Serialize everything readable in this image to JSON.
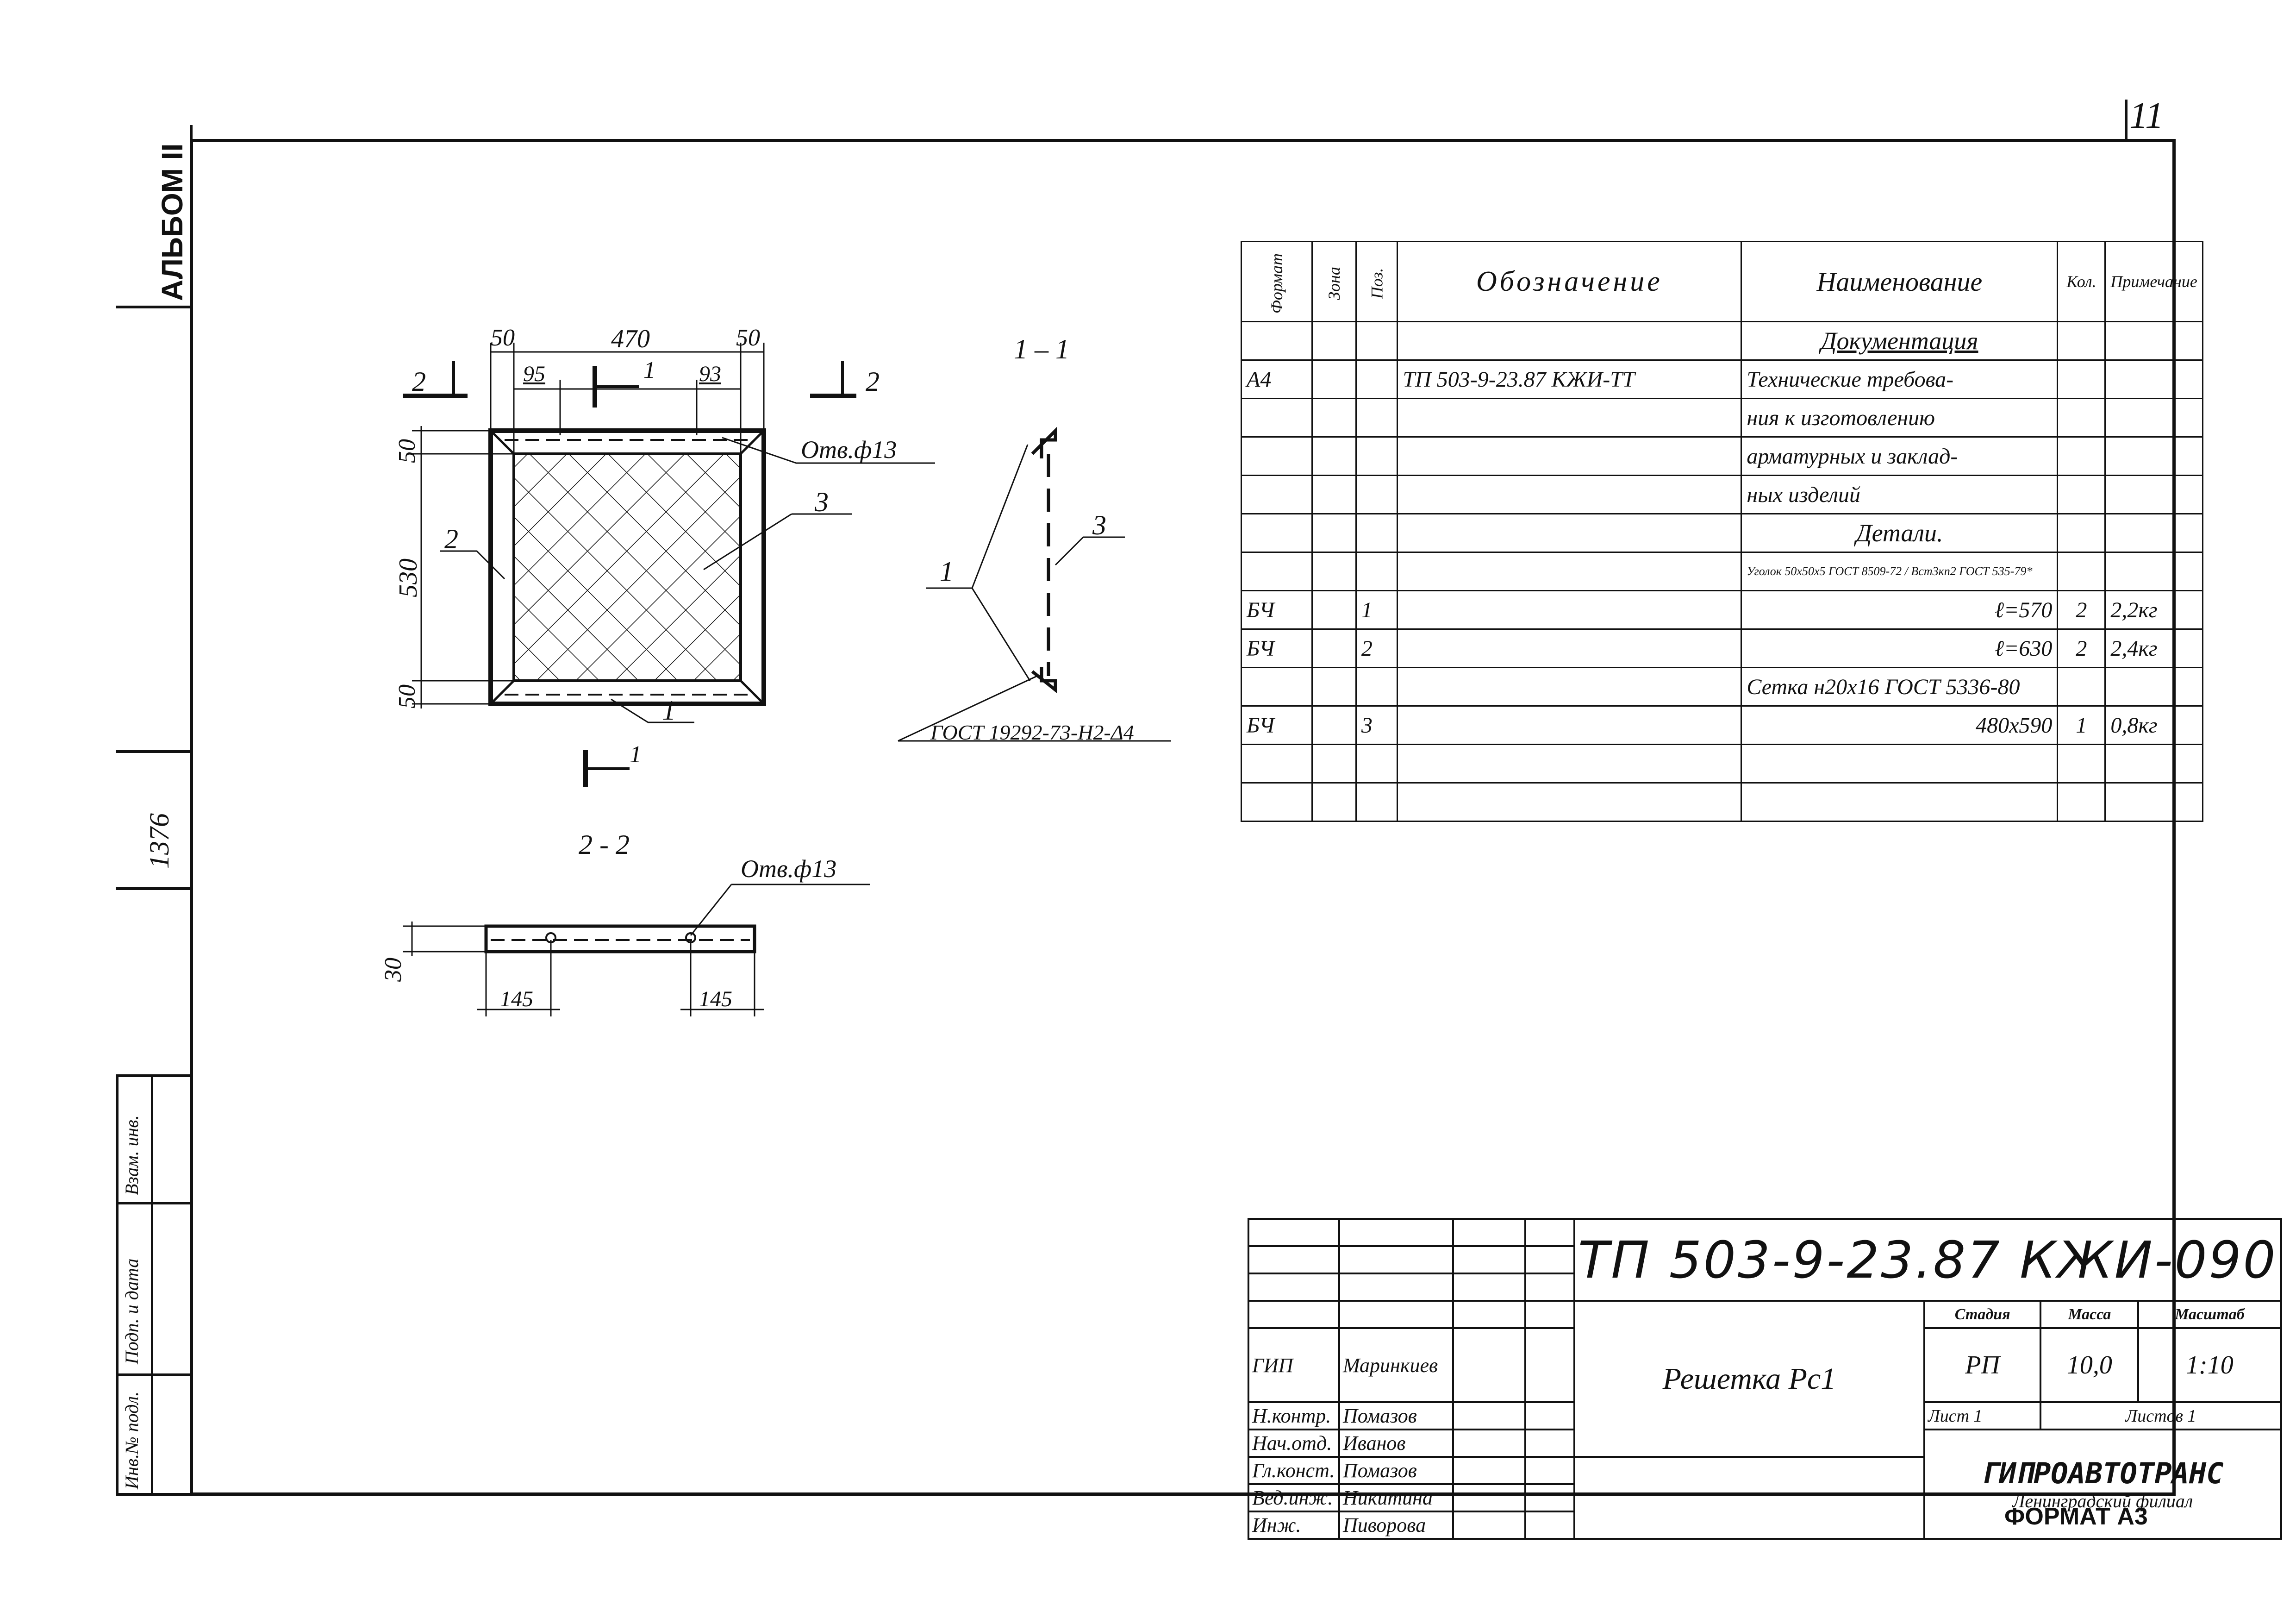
{
  "sheet_number": "11",
  "album": "АЛЬБОМ II",
  "inventory_number": "1376",
  "left_strip": {
    "cell1": "Инв.№ подл.",
    "cell2": "Подп. и дата",
    "cell3": "Взам. инв."
  },
  "drawing": {
    "dims_top": [
      "50",
      "470",
      "50"
    ],
    "dims_inner": [
      "95",
      "93"
    ],
    "dims_left": [
      "50",
      "530",
      "50"
    ],
    "section_mark_1": "1",
    "section_mark_2": "2",
    "hole_label": "Отв.ф13",
    "callout_1": "1",
    "callout_2": "2",
    "callout_3": "3",
    "section_1_title": "1 – 1",
    "section_2_title": "2 - 2",
    "weld_note": "ГОСТ 19292-73-Н2-Δ4",
    "s2_dim_left": "145",
    "s2_dim_right": "145",
    "s2_dim_height": "30"
  },
  "spec_table": {
    "headers": [
      "Формат",
      "Зона",
      "Поз.",
      "Обозначение",
      "Наименование",
      "Кол.",
      "Примечание"
    ],
    "rows": [
      {
        "fmt": "",
        "zone": "",
        "pos": "",
        "des": "",
        "name": "Документация",
        "qty": "",
        "note": ""
      },
      {
        "fmt": "А4",
        "zone": "",
        "pos": "",
        "des": "ТП 503-9-23.87  КЖИ-ТТ",
        "name": "Технические требова-",
        "qty": "",
        "note": ""
      },
      {
        "fmt": "",
        "zone": "",
        "pos": "",
        "des": "",
        "name": "ния к изготовлению",
        "qty": "",
        "note": ""
      },
      {
        "fmt": "",
        "zone": "",
        "pos": "",
        "des": "",
        "name": "арматурных и заклад-",
        "qty": "",
        "note": ""
      },
      {
        "fmt": "",
        "zone": "",
        "pos": "",
        "des": "",
        "name": "ных изделий",
        "qty": "",
        "note": ""
      },
      {
        "fmt": "",
        "zone": "",
        "pos": "",
        "des": "",
        "name": "Детали.",
        "qty": "",
        "note": ""
      },
      {
        "fmt": "",
        "zone": "",
        "pos": "",
        "des": "",
        "name": "Уголок 50х50х5 ГОСТ 8509-72 / Вст3кп2 ГОСТ 535-79*",
        "qty": "",
        "note": ""
      },
      {
        "fmt": "БЧ",
        "zone": "",
        "pos": "1",
        "des": "",
        "name": "ℓ=570",
        "qty": "2",
        "note": "2,2кг"
      },
      {
        "fmt": "БЧ",
        "zone": "",
        "pos": "2",
        "des": "",
        "name": "ℓ=630",
        "qty": "2",
        "note": "2,4кг"
      },
      {
        "fmt": "",
        "zone": "",
        "pos": "",
        "des": "",
        "name": "Сетка н20х16 ГОСТ 5336-80",
        "qty": "",
        "note": ""
      },
      {
        "fmt": "БЧ",
        "zone": "",
        "pos": "3",
        "des": "",
        "name": "480х590",
        "qty": "1",
        "note": "0,8кг"
      },
      {
        "fmt": "",
        "zone": "",
        "pos": "",
        "des": "",
        "name": "",
        "qty": "",
        "note": ""
      },
      {
        "fmt": "",
        "zone": "",
        "pos": "",
        "des": "",
        "name": "",
        "qty": "",
        "note": ""
      }
    ]
  },
  "title_block": {
    "code": "ТП 503-9-23.87 КЖИ-090",
    "name": "Решетка Рс1",
    "stage_label": "Стадия",
    "mass_label": "Масса",
    "scale_label": "Масштаб",
    "stage": "РП",
    "mass": "10,0",
    "scale": "1:10",
    "sheet_label": "Лист 1",
    "sheets_label": "Листов 1",
    "org": "ГИПРОАВТОТРАНС",
    "org_sub": "Ленинградский филиал",
    "roles": [
      {
        "role": "ГИП",
        "name": "Маринкиев"
      },
      {
        "role": "Н.контр.",
        "name": "Помазов"
      },
      {
        "role": "Нач.отд.",
        "name": "Иванов"
      },
      {
        "role": "Гл.конст.",
        "name": "Помазов"
      },
      {
        "role": "Вед.инж.",
        "name": "Никитина"
      },
      {
        "role": "Инж.",
        "name": "Пиворова"
      }
    ]
  },
  "format": "ФОРМАТ А3"
}
